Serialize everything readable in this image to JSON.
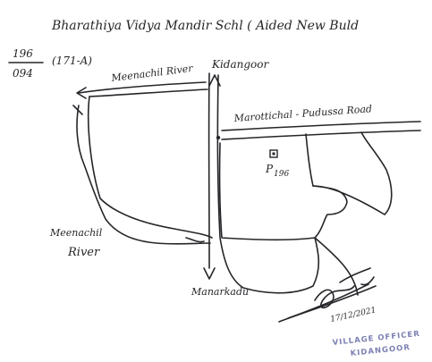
{
  "title": "Bharathiya Vidya Mandir Schl ( Aided New Buld",
  "survey": {
    "number": "196",
    "sub_number": "094",
    "bracket": "(171-A)"
  },
  "labels": {
    "meenachil_river_top": "Meenachil River",
    "kidangoor": "Kidangoor",
    "road": "Marottichal - Pudussa Road",
    "plot": "P",
    "plot_number": "196",
    "meenachil_river_left_1": "Meenachil",
    "meenachil_river_left_2": "River",
    "manarkadu": "Manarkadu"
  },
  "signature": {
    "date": "17/12/2021"
  },
  "stamp": {
    "line1": "VILLAGE OFFICER",
    "line2": "KIDANGOOR"
  }
}
